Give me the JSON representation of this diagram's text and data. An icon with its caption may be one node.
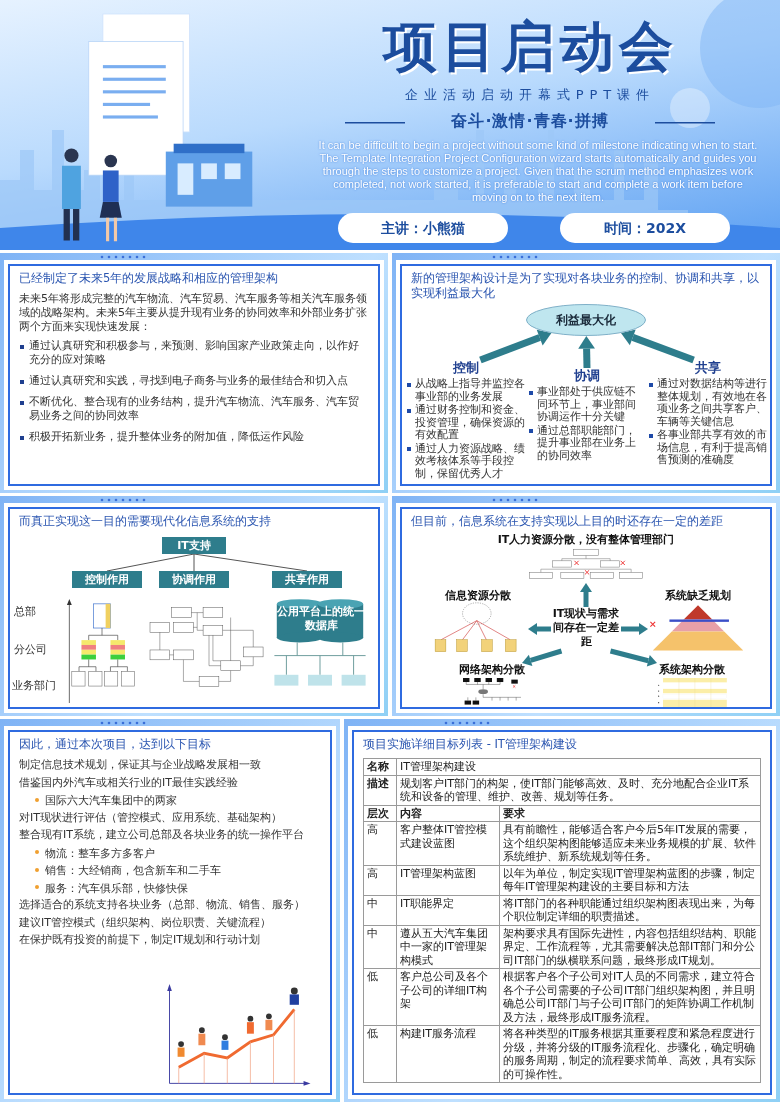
{
  "diagram": {
    "nodes": [
      {
        "text": [
          "主讲：小熊猫"
        ]
      },
      {
        "text": [
          "时间：202X"
        ]
      },
      {
        "text": [
          "已经制定了未来5年的发展战略和相应的管理架构",
          "未来5年将形成完整的汽车物流、汽车贸易、汽车服务等相关汽车服务领域的战略架构。未来5年主要从提升现有业务的协同效率和外部业务扩张两个方面来实现快速发展：",
          "通过认真研究和积极参与，来预测、影响国家产业政策走向，以作好充分的应对策略",
          "通过认真研究和实践，寻找到电子商务与业务的最佳结合和切入点",
          "不断优化、整合现有的业务结构，提升汽车物流、汽车服务、汽车贸易业务之间的协同效率",
          "积极开拓新业务，提升整体业务的附加值，降低运作风险"
        ]
      },
      {
        "text": [
          "新的管理架构设计是为了实现对各块业务的控制、协调和共享，以实现利益最大化"
        ]
      },
      {
        "text": [
          "利益最大化"
        ],
        "in": 3
      },
      {
        "text": [
          "控制",
          "从战略上指导并监控各事业部的业务发展",
          "通过财务控制和资金、投资管理，确保资源的有效配置",
          "通过人力资源战略、绩效考核体系等手段控制，保留优秀人才"
        ],
        "in": 3
      },
      {
        "text": [
          "协调",
          "事业部处于供应链不同环节上，事业部间协调运作十分关键",
          "通过总部职能部门，提升事业部在业务上的协同效率"
        ],
        "in": 3
      },
      {
        "text": [
          "共享",
          "通过对数据结构等进行整体规划，有效地在各项业务之间共享客户、车辆等关键信息",
          "各事业部共享有效的市场信息，有利于提高销售预测的准确度"
        ],
        "in": 3
      },
      {
        "text": [
          "而真正实现这一目的需要现代化信息系统的支持"
        ]
      },
      {
        "text": [
          "IT支持"
        ],
        "in": 8
      },
      {
        "text": [
          "控制作用"
        ],
        "in": 8
      },
      {
        "text": [
          "协调作用"
        ],
        "in": 8
      },
      {
        "text": [
          "共享作用"
        ],
        "in": 8
      },
      {
        "text": [
          "但目前，信息系统在支持实现以上目的时还存在一定的差距"
        ]
      },
      {
        "text": [
          "IT人力资源分散，没有整体管理部门"
        ],
        "in": 13
      },
      {
        "text": [
          "信息资源分散"
        ],
        "in": 13
      },
      {
        "text": [
          "系统缺乏规划"
        ],
        "in": 13
      },
      {
        "text": [
          "IT现状与需求间存在一定差距"
        ],
        "in": 13
      },
      {
        "text": [
          "网络架构分散"
        ],
        "in": 13
      },
      {
        "text": [
          "系统架构分散"
        ],
        "in": 13
      },
      {
        "text": [
          "因此，通过本次项目，达到以下目标",
          "制定信息技术规划，保证其与企业战略发展相一致",
          "借鉴国内外汽车或相关行业的IT最佳实践经验",
          "国际六大汽车集团中的两家",
          "对IT现状进行评估（管控模式、应用系统、基础架构）",
          "整合现有IT系统，建立公司总部及各块业务的统一操作平台",
          "物流：整车多方多客户",
          "销售：大经销商，包含新车和二手车",
          "服务：汽车俱乐部，快修快保",
          "选择适合的系统支持各块业务（总部、物流、销售、服务）",
          "建议IT管控模式（组织架构、岗位职责、关键流程）",
          "在保护既有投资的前提下，制定IT规划和行动计划"
        ]
      },
      {
        "text": [
          "项目实施详细目标列表 - IT管理架构建设"
        ]
      }
    ],
    "edges": [
      {
        "from": 5,
        "to": 4,
        "arrow": "to"
      },
      {
        "from": 6,
        "to": 4,
        "arrow": "to"
      },
      {
        "from": 7,
        "to": 4,
        "arrow": "to"
      },
      {
        "from": 9,
        "to": 10,
        "arrow": "none",
        "color": "#555555"
      },
      {
        "from": 9,
        "to": 11,
        "arrow": "none",
        "color": "#555555"
      },
      {
        "from": 9,
        "to": 12,
        "arrow": "none",
        "color": "#555555"
      },
      {
        "from": 17,
        "to": 14,
        "arrow": "to"
      },
      {
        "from": 17,
        "to": 15,
        "arrow": "to"
      },
      {
        "from": 17,
        "to": 16,
        "arrow": "to"
      },
      {
        "from": 17,
        "to": 18,
        "arrow": "to"
      },
      {
        "from": 17,
        "to": 19,
        "arrow": "to"
      }
    ],
    "labels": [
      "项目启动会",
      "企业活动启动开幕式PPT课件",
      "奋斗·激情·青春·拼搏",
      "It can be difficult to begin a project without some kind of milestone indicating when to start. The Template Integration Project Configuration wizard starts automatically and guides you through the steps to customize a project. Given that the scrum method emphasizes work completed, not work started, it is preferable to start and complete a work item before moving on to the next item.",
      "总部",
      "分公司",
      "业务部门",
      "公用平台上的统一数据库",
      "名称",
      "IT管理架构建设",
      "描述",
      "规划客户IT部门的构架，使IT部门能够高效、及时、充分地配合企业IT系统和设备的管理、维护、改善、规划等任务。",
      "层次",
      "内容",
      "要求",
      "高",
      "客户整体IT管控模式建设蓝图",
      "具有前瞻性，能够适合客户今后5年IT发展的需要，这个组织架构图能够适应未来业务规模的扩展、软件系统维护、新系统规划等任务。",
      "高",
      "IT管理架构蓝图",
      "以年为单位，制定实现IT管理架构蓝图的步骤，制定每年IT管理架构建设的主要目标和方法",
      "中",
      "IT职能界定",
      "将IT部门的各种职能通过组织架构图表现出来，为每个职位制定详细的职责描述。",
      "中",
      "遵从五大汽车集团中一家的IT管理架构模式",
      "架构要求具有国际先进性，内容包括组织结构、职能界定、工作流程等，尤其需要解决总部IT部门和分公司IT部门的纵横联系问题，最终形成IT规划。",
      "低",
      "客户总公司及各个子公司的详细IT构架",
      "根据客户各个子公司对IT人员的不同需求，建立符合各个子公司需要的子公司IT部门组织架构图，并且明确总公司IT部门与子公司IT部门的矩阵协调工作机制及方法，最终形成IT服务流程。",
      "低",
      "构建IT服务流程",
      "将各种类型的IT服务根据其重要程度和紧急程度进行分级，并将分级的IT服务流程化、步骤化，确定明确的服务周期，制定的流程要求简单、高效，具有实际的可操作性。"
    ]
  }
}
